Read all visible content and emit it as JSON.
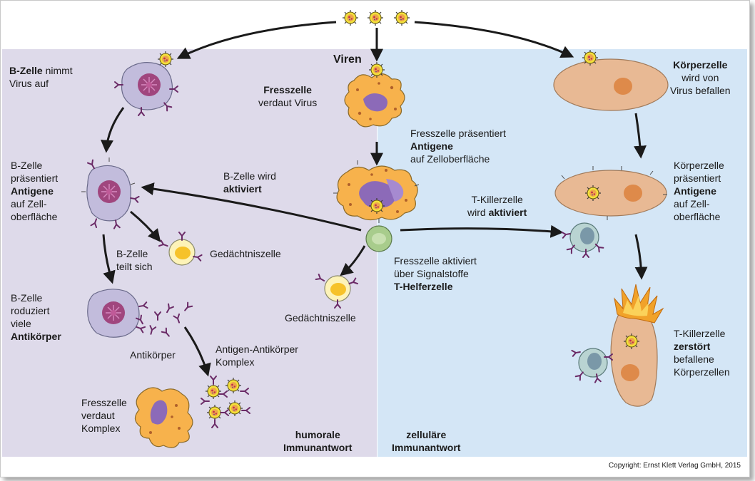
{
  "sections": {
    "humoral_line1": "humorale",
    "humoral_line2": "Immunantwort",
    "zellular_line1": "zelluläre",
    "zellular_line2": "Immunantwort"
  },
  "labels": {
    "viren": "Viren",
    "b_zelle_nimmt_bold": "B-Zelle",
    "b_zelle_nimmt_rest": " nimmt",
    "b_zelle_nimmt_line2": "Virus auf",
    "fresszelle_verdaut_bold": "Fresszelle",
    "fresszelle_verdaut_line2": "verdaut Virus",
    "koerperzelle_bold": "Körperzelle",
    "koerperzelle_line2": "wird von",
    "koerperzelle_line3": "Virus befallen",
    "fz_praesentiert_line1": "Fresszelle präsentiert",
    "fz_praesentiert_bold": "Antigene",
    "fz_praesentiert_line3": "auf Zelloberfläche",
    "bz_praesentiert_line1": "B-Zelle",
    "bz_praesentiert_line2": "präsentiert",
    "bz_praesentiert_bold": "Antigene",
    "bz_praesentiert_line4": "auf Zell-",
    "bz_praesentiert_line5": "oberfläche",
    "bz_aktiviert_line1": "B-Zelle wird",
    "bz_aktiviert_bold": "aktiviert",
    "tk_aktiviert_line1": "T-Killerzelle",
    "tk_aktiviert_line2a": "wird ",
    "tk_aktiviert_bold": "aktiviert",
    "kz_praesentiert_line1": "Körperzelle",
    "kz_praesentiert_line2": "präsentiert",
    "kz_praesentiert_bold": "Antigene",
    "kz_praesentiert_line4": "auf Zell-",
    "kz_praesentiert_line5": "oberfläche",
    "b_teilt_line1": "B-Zelle",
    "b_teilt_line2": "teilt sich",
    "gedaechtnis_1": "Gedächtniszelle",
    "fz_aktiviert_line1": "Fresszelle aktiviert",
    "fz_aktiviert_line2": "über Signalstoffe",
    "fz_aktiviert_bold": "T-Helferzelle",
    "b_produziert_line1": "B-Zelle",
    "b_produziert_line2": "roduziert",
    "b_produziert_line3": "viele",
    "b_produziert_bold": "Antikörper",
    "gedaechtnis_2": "Gedächtniszelle",
    "tk_zerstoert_line1": "T-Killerzelle",
    "tk_zerstoert_bold": "zerstört",
    "tk_zerstoert_line3": "befallene",
    "tk_zerstoert_line4": "Körperzellen",
    "antikoerper": "Antikörper",
    "komplex_line1": "Antigen-Antikörper",
    "komplex_line2": "Komplex",
    "fz_komplex_line1": "Fresszelle",
    "fz_komplex_line2": "verdaut",
    "fz_komplex_line3": "Komplex"
  },
  "copyright": "Copyright: Ernst Klett Verlag GmbH, 2015",
  "colors": {
    "panel_humoral": "#dedaea",
    "panel_zellular": "#d4e6f6",
    "b_cell": "#c2bcdc",
    "b_nucleus": "#a0467e",
    "fresszelle": "#f7b24c",
    "fz_nucleus": "#8c6ab8",
    "koerperzelle": "#e8b994",
    "kz_nucleus": "#de8a4a",
    "memory_cell": "#fdf3b8",
    "memory_nucleus": "#f6c22a",
    "t_helper": "#a8cc8c",
    "t_killer": "#b9d4d2",
    "antibody": "#6a2a66",
    "arrow": "#1a1a1a"
  }
}
